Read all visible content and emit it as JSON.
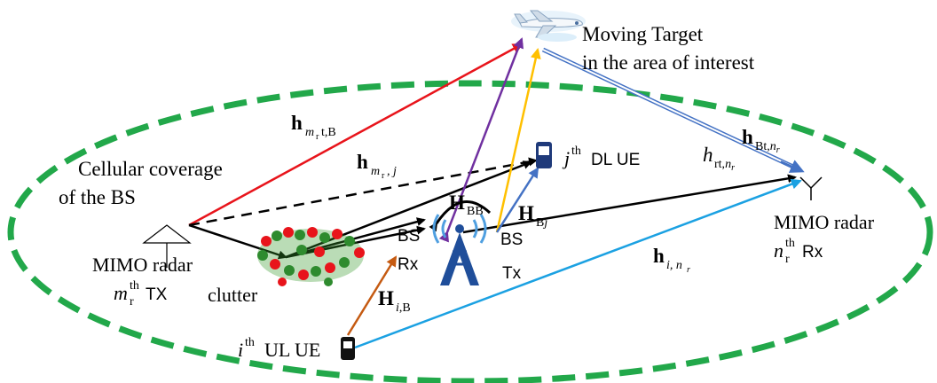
{
  "labels": {
    "target_line1": "Moving Target",
    "target_line2": "in the area of interest",
    "coverage_line1": "Cellular coverage",
    "coverage_line2": "of the BS",
    "radar_tx_line1": "MIMO radar",
    "radar_rx_line1": "MIMO radar",
    "clutter": "clutter",
    "bs_rx_1": "BS",
    "bs_rx_2": "Rx",
    "bs_tx_1": "BS",
    "bs_tx_2": "Tx",
    "ul_ue_suffix": "UL UE",
    "dl_ue_suffix": "DL UE",
    "tx_suffix": "TX",
    "rx_suffix": "Rx"
  },
  "symbols": {
    "h_mr_t_B": "h",
    "h_mr_j": "h",
    "H_BB": "H",
    "H_Bj": "H",
    "h_Bt_nr": "h",
    "h_rt_nr": "h",
    "h_i_nr": "h",
    "H_i_B": "H"
  },
  "colors": {
    "coverage": "#22a84a",
    "red": "#e8141b",
    "purple": "#7030a0",
    "yellow": "#ffc000",
    "blue_arrow": "#4472c4",
    "cyan": "#1ba1e2",
    "brown": "#c55a11",
    "black": "#000000"
  }
}
